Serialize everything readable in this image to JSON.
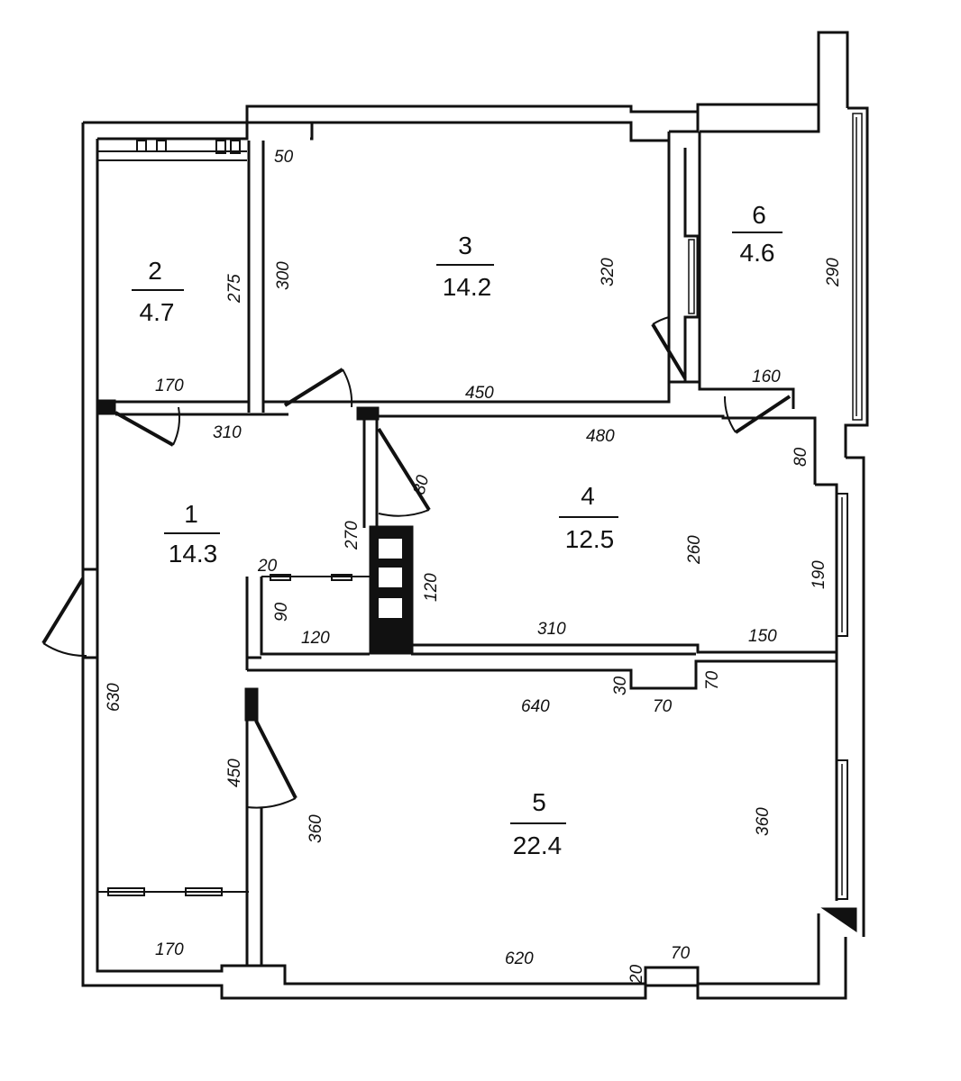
{
  "rooms": [
    {
      "number": "1",
      "area": "14.3"
    },
    {
      "number": "2",
      "area": "4.7"
    },
    {
      "number": "3",
      "area": "14.2"
    },
    {
      "number": "4",
      "area": "12.5"
    },
    {
      "number": "5",
      "area": "22.4"
    },
    {
      "number": "6",
      "area": "4.6"
    }
  ],
  "dimensions": {
    "r2_top": "50",
    "r2_height": "275",
    "r2_width": "170",
    "r3_left": "300",
    "r3_right": "320",
    "r3_bottom": "450",
    "r6_height": "290",
    "r6_width": "160",
    "corridor_310": "310",
    "r4_top": "480",
    "r4_notch": "80",
    "door_80": "80",
    "r1_270": "270",
    "r4_260": "260",
    "closet_20": "20",
    "closet_120_v": "120",
    "r4_190": "190",
    "closet_90": "90",
    "closet_120_h": "120",
    "r4_310_bottom": "310",
    "r4_150": "150",
    "r5_30": "30",
    "r5_70_v": "70",
    "r5_640": "640",
    "r5_70_h": "70",
    "r1_630": "630",
    "r1_450": "450",
    "r5_360_left": "360",
    "r5_360_right": "360",
    "r1_170_bottom": "170",
    "r5_620": "620",
    "r5_20": "20",
    "r5_70_bottom": "70"
  }
}
